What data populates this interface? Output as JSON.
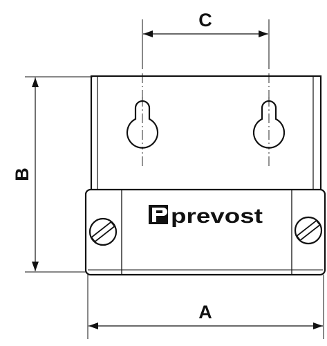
{
  "drawing": {
    "dimensions": {
      "width_label": "A",
      "height_label": "B",
      "hole_spacing_label": "C"
    },
    "brand": {
      "name": "prevost",
      "logo_icon": "prevost-p-logo-icon"
    },
    "colors": {
      "line": "#111111",
      "background": "#ffffff"
    }
  }
}
